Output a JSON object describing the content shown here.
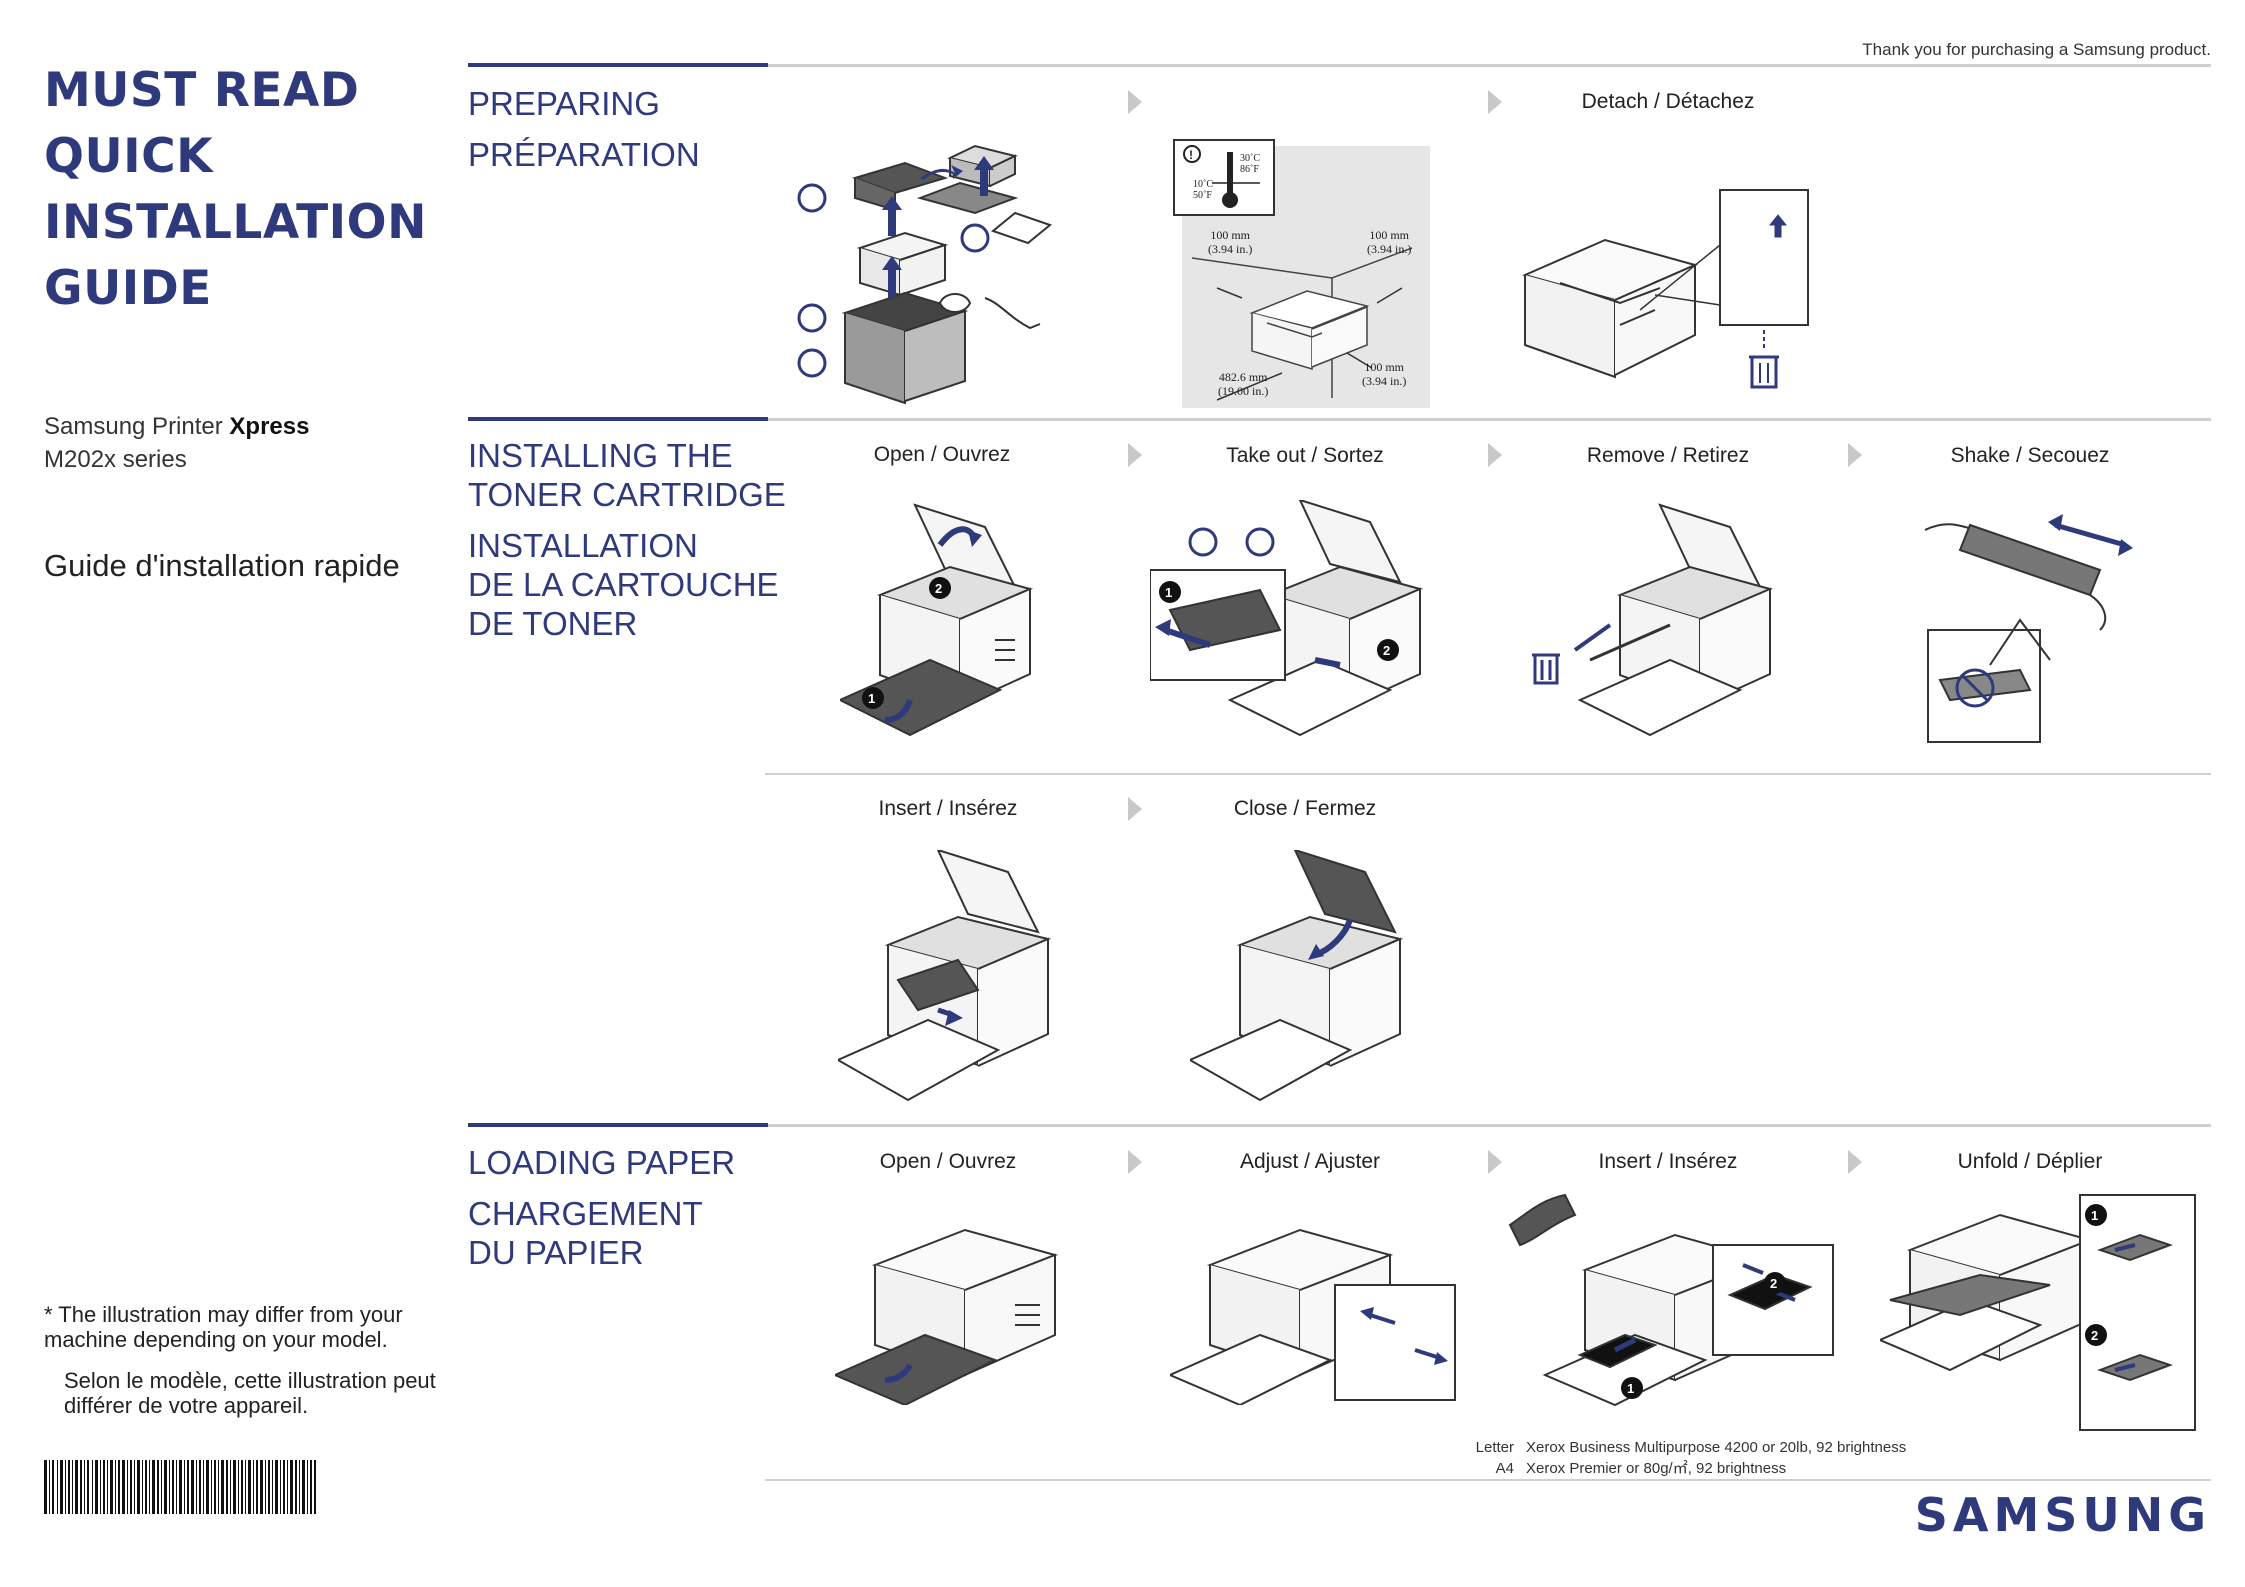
{
  "cover": {
    "title_lines": [
      "MUST READ",
      "QUICK",
      "INSTALLATION",
      "GUIDE"
    ],
    "brand_line_regular": "Samsung Printer ",
    "brand_line_bold": "Xpress",
    "model": "M202x series",
    "guide_fr": "Guide d'installation rapide",
    "disclaimer_en": "* The illustration may differ from your machine depending on your model.",
    "disclaimer_fr": "Selon le modèle, cette illustration peut différer de votre appareil."
  },
  "header": {
    "thanks": "Thank you for purchasing a Samsung product."
  },
  "sections": {
    "preparing": {
      "title_en": "PREPARING",
      "title_fr": "PRÉPARATION",
      "steps": [
        {
          "label": ""
        },
        {
          "label": ""
        },
        {
          "label": "Detach / Détachez"
        }
      ],
      "clearances": {
        "temp_low": "10˚C\n50˚F",
        "temp_high": "30˚C\n86˚F",
        "left": "100 mm\n(3.94 in.)",
        "right": "100 mm\n(3.94 in.)",
        "back_right": "100 mm\n(3.94 in.)",
        "front": "482.6 mm\n(19.00 in.)"
      }
    },
    "toner": {
      "title_en_1": "INSTALLING THE",
      "title_en_2": "TONER CARTRIDGE",
      "title_fr_1": "INSTALLATION",
      "title_fr_2": "DE LA CARTOUCHE",
      "title_fr_3": "DE TONER",
      "steps": [
        {
          "label": "Open / Ouvrez"
        },
        {
          "label": "Take out /  Sortez"
        },
        {
          "label": "Remove / Retirez"
        },
        {
          "label": "Shake / Secouez"
        },
        {
          "label": "Insert / Insérez"
        },
        {
          "label": "Close / Fermez"
        }
      ]
    },
    "paper": {
      "title_en": "LOADING PAPER",
      "title_fr_1": "CHARGEMENT",
      "title_fr_2": "DU PAPIER",
      "steps": [
        {
          "label": "Open / Ouvrez"
        },
        {
          "label": "Adjust / Ajuster"
        },
        {
          "label": "Insert / Insérez"
        },
        {
          "label": "Unfold / Déplier"
        }
      ],
      "notes": [
        {
          "size": "Letter",
          "text": "Xerox Business Multipurpose 4200 or 20lb, 92 brightness"
        },
        {
          "size": "A4",
          "text": "Xerox Premier or 80g/㎡, 92 brightness"
        }
      ]
    }
  },
  "footer": {
    "logo": "SAMSUNG"
  },
  "colors": {
    "accent": "#2f3a7c",
    "rule": "#d0d0d0"
  }
}
